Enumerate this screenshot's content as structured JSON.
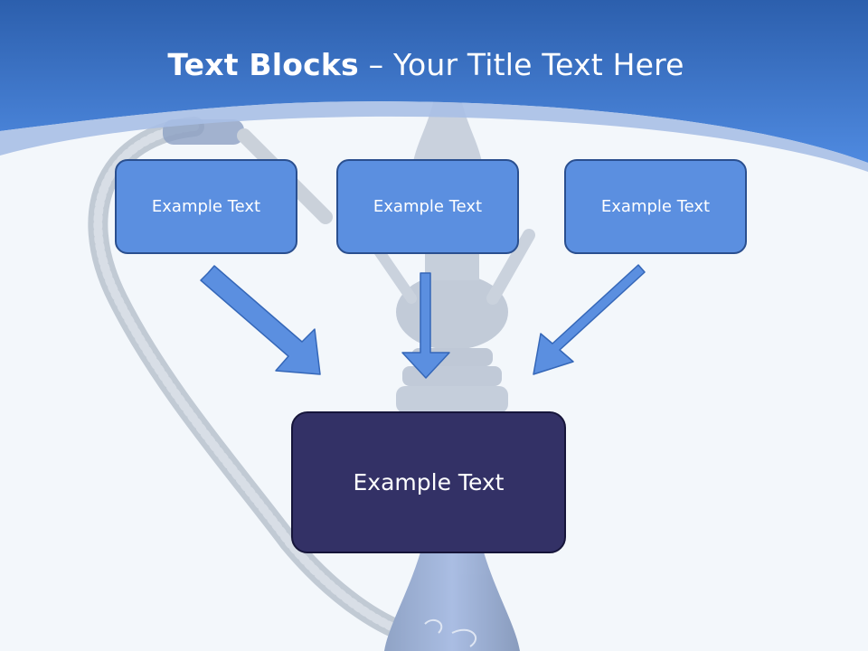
{
  "title": {
    "bold": "Text Blocks",
    "dash": " – ",
    "rest": "Your Title Text Here"
  },
  "blocks": [
    {
      "label": "Example Text"
    },
    {
      "label": "Example Text"
    },
    {
      "label": "Example Text"
    }
  ],
  "target": {
    "label": "Example Text"
  },
  "colors": {
    "header_blue": "#3b7ad8",
    "block_fill": "#5b8fe0",
    "block_border": "#2a4f8f",
    "target_fill": "#333166",
    "arrow_fill": "#5b8fe0"
  }
}
